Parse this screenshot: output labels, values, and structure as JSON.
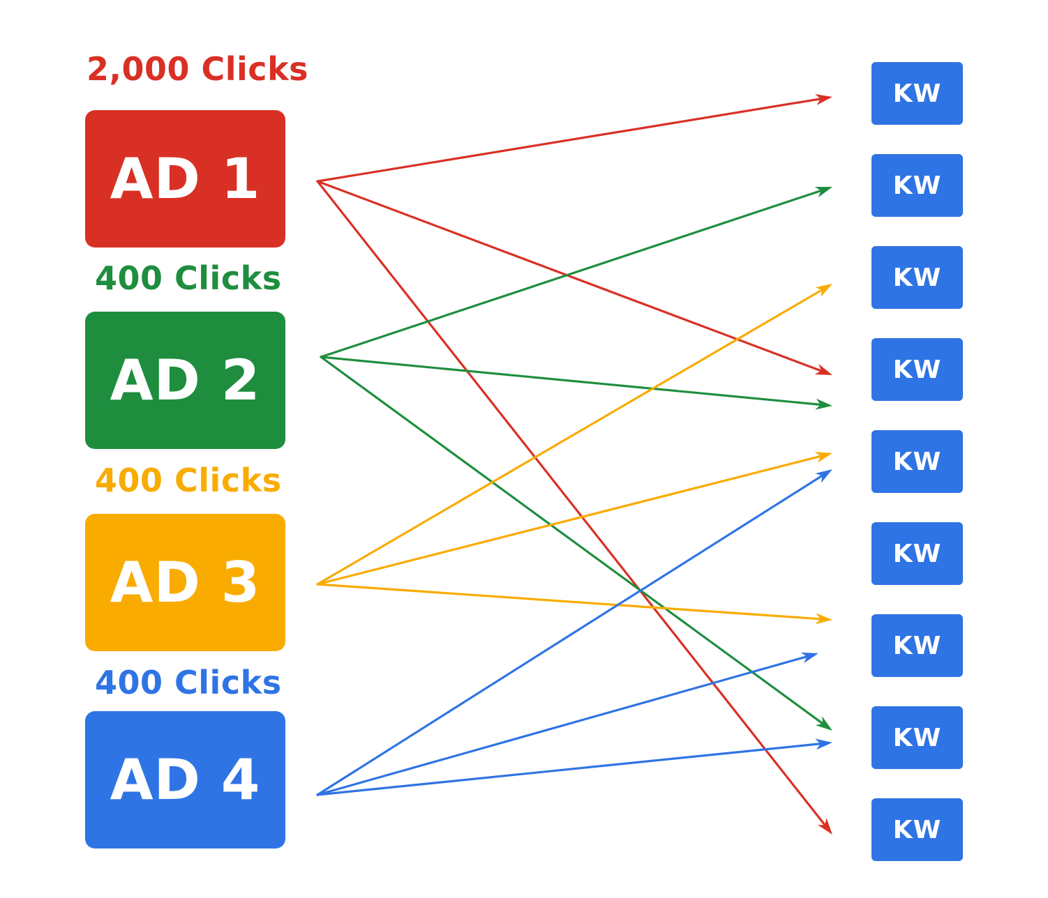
{
  "colors": {
    "red": "#d93025",
    "green": "#1e8e3e",
    "yellow": "#f9ab00",
    "blue": "#2f74e4"
  },
  "ads": [
    {
      "label": "AD 1",
      "clicks": "2,000 Clicks",
      "color": "red"
    },
    {
      "label": "AD 2",
      "clicks": "400 Clicks",
      "color": "green"
    },
    {
      "label": "AD 3",
      "clicks": "400 Clicks",
      "color": "yellow"
    },
    {
      "label": "AD 4",
      "clicks": "400 Clicks",
      "color": "blue"
    }
  ],
  "keywords": [
    {
      "label": "KW"
    },
    {
      "label": "KW"
    },
    {
      "label": "KW"
    },
    {
      "label": "KW"
    },
    {
      "label": "KW"
    },
    {
      "label": "KW"
    },
    {
      "label": "KW"
    },
    {
      "label": "KW"
    },
    {
      "label": "KW"
    }
  ],
  "connections": [
    {
      "ad": 0,
      "kw": 0,
      "color": "red"
    },
    {
      "ad": 0,
      "kw": 3,
      "color": "red"
    },
    {
      "ad": 0,
      "kw": 8,
      "color": "red"
    },
    {
      "ad": 1,
      "kw": 1,
      "color": "green"
    },
    {
      "ad": 1,
      "kw": 3,
      "color": "green"
    },
    {
      "ad": 1,
      "kw": 7,
      "color": "green"
    },
    {
      "ad": 2,
      "kw": 2,
      "color": "yellow"
    },
    {
      "ad": 2,
      "kw": 4,
      "color": "yellow"
    },
    {
      "ad": 2,
      "kw": 6,
      "color": "yellow"
    },
    {
      "ad": 3,
      "kw": 4,
      "color": "blue"
    },
    {
      "ad": 3,
      "kw": 6,
      "color": "blue"
    },
    {
      "ad": 3,
      "kw": 7,
      "color": "blue"
    }
  ]
}
